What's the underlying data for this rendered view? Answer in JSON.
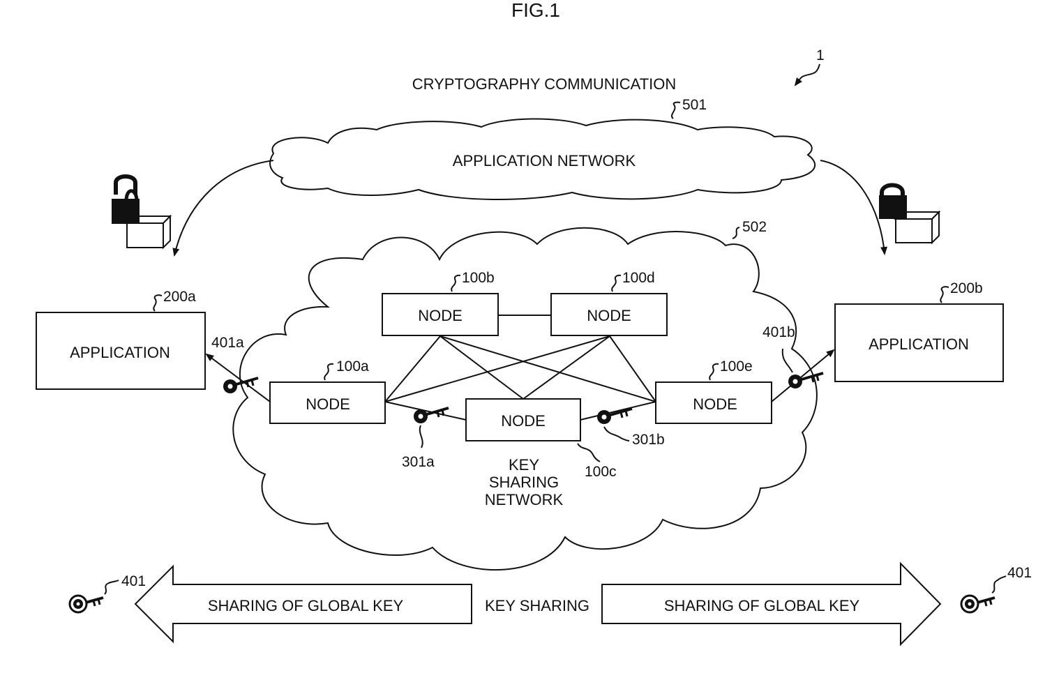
{
  "figure": {
    "title": "FIG.1",
    "system_ref": "1",
    "cryptography_label": "CRYPTOGRAPHY COMMUNICATION"
  },
  "app_network": {
    "label": "APPLICATION NETWORK",
    "ref": "501"
  },
  "key_network": {
    "label_lines": [
      "KEY",
      "SHARING",
      "NETWORK"
    ],
    "ref": "502"
  },
  "nodes": {
    "a": {
      "label": "NODE",
      "ref": "100a"
    },
    "b": {
      "label": "NODE",
      "ref": "100b"
    },
    "c": {
      "label": "NODE",
      "ref": "100c"
    },
    "d": {
      "label": "NODE",
      "ref": "100d"
    },
    "e": {
      "label": "NODE",
      "ref": "100e"
    }
  },
  "applications": {
    "a": {
      "label": "APPLICATION",
      "ref": "200a"
    },
    "b": {
      "label": "APPLICATION",
      "ref": "200b"
    }
  },
  "keys": {
    "k301a": "301a",
    "k301b": "301b",
    "k401a": "401a",
    "k401b": "401b",
    "k401_left": "401",
    "k401_right": "401"
  },
  "bottom": {
    "left_arrow": "SHARING OF GLOBAL KEY",
    "center": "KEY SHARING",
    "right_arrow": "SHARING OF GLOBAL KEY"
  },
  "colors": {
    "ink": "#111111",
    "background": "#ffffff"
  }
}
